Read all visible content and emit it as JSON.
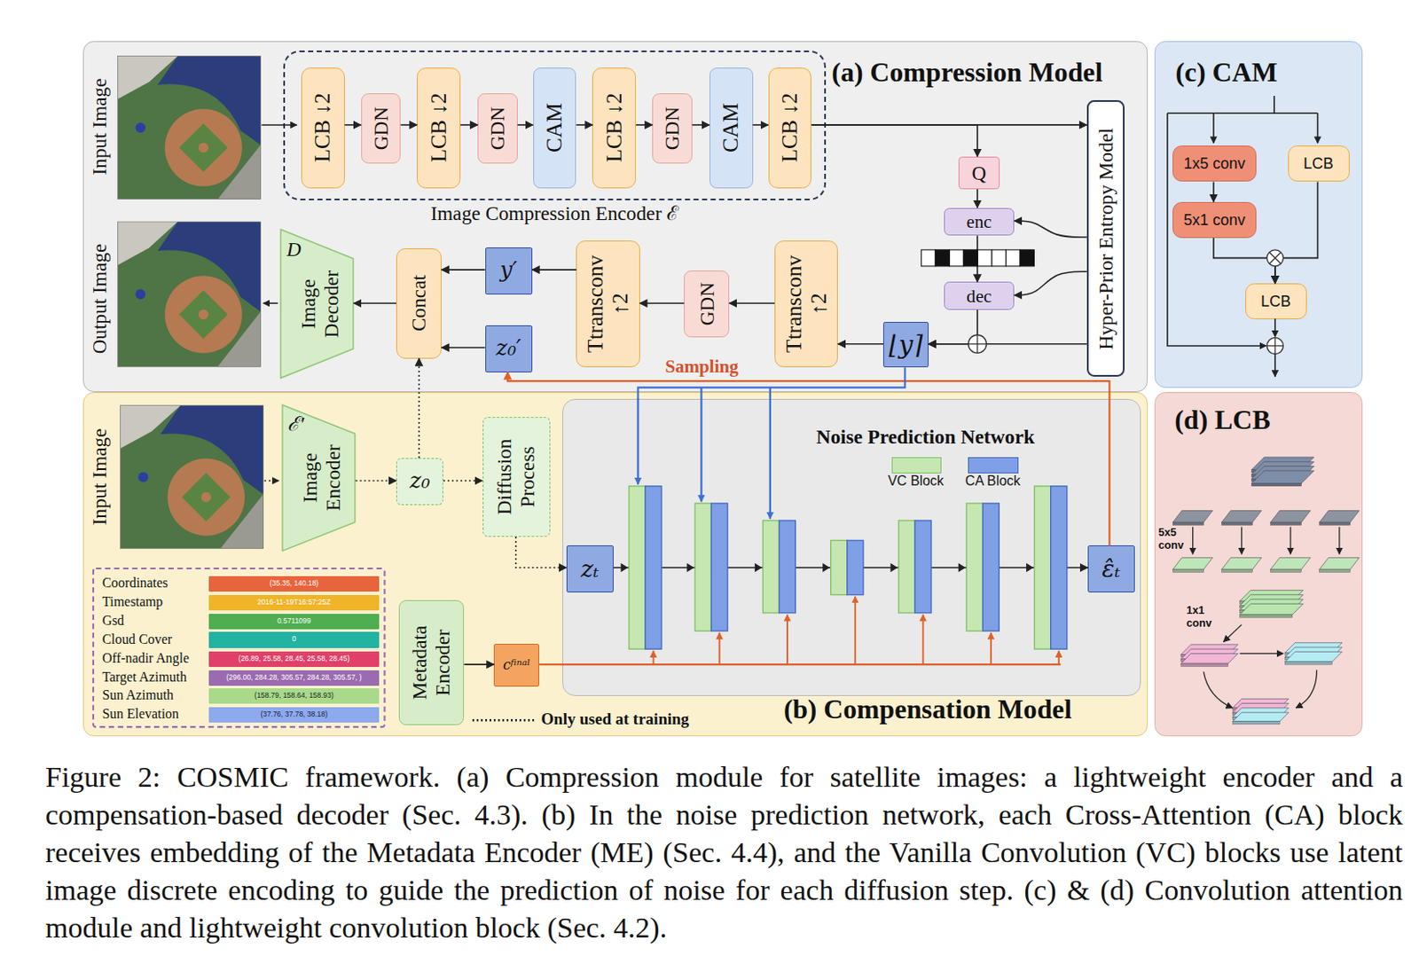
{
  "diagram": {
    "caption": "Figure 2: COSMIC framework. (a) Compression module for satellite images: a lightweight encoder and a compensation-based decoder (Sec. 4.3). (b) In the noise prediction network, each Cross-Attention (CA) block receives embedding of the Metadata Encoder (ME) (Sec. 4.4), and the Vanilla Convolution (VC) blocks use latent image discrete encoding to guide the prediction of noise for each diffusion step. (c) & (d) Convolution attention module and lightweight convolution block (Sec. 4.2).",
    "nodes": [
      {
        "text": [
          "(a) Compression Model"
        ]
      },
      {
        "text": [
          "Image Compression Encoder ℰ"
        ],
        "in": 0
      },
      {
        "text": [
          "LCB ↓2"
        ],
        "in": 1
      },
      {
        "text": [
          "GDN"
        ],
        "in": 1
      },
      {
        "text": [
          "LCB ↓2"
        ],
        "in": 1
      },
      {
        "text": [
          "GDN"
        ],
        "in": 1
      },
      {
        "text": [
          "CAM"
        ],
        "in": 1
      },
      {
        "text": [
          "LCB ↓2"
        ],
        "in": 1
      },
      {
        "text": [
          "GDN"
        ],
        "in": 1
      },
      {
        "text": [
          "CAM"
        ],
        "in": 1
      },
      {
        "text": [
          "LCB ↓2"
        ],
        "in": 1
      },
      {
        "text": [
          "Hyper-Prior Entropy Model"
        ],
        "in": 0
      },
      {
        "text": [
          "Q"
        ],
        "in": 0
      },
      {
        "text": [
          "enc"
        ],
        "in": 0
      },
      {
        "text": [
          "dec"
        ],
        "in": 0
      },
      {
        "text": [
          "⌊y⌉"
        ],
        "in": 0
      },
      {
        "text": [
          "Ttransconv ↑2"
        ],
        "in": 0
      },
      {
        "text": [
          "GDN"
        ],
        "in": 0
      },
      {
        "text": [
          "Ttransconv ↑2"
        ],
        "in": 0
      },
      {
        "text": [
          "y′"
        ],
        "in": 0
      },
      {
        "text": [
          "z₀′"
        ],
        "in": 0
      },
      {
        "text": [
          "Concat"
        ],
        "in": 0
      },
      {
        "text": [
          "D",
          "Image Decoder"
        ],
        "in": 0
      },
      {
        "text": [
          "(b) Compensation Model"
        ]
      },
      {
        "text": [
          "ℰ′",
          "Image Encoder"
        ],
        "in": 23
      },
      {
        "text": [
          "z₀"
        ],
        "in": 23
      },
      {
        "text": [
          "Diffusion Process"
        ],
        "in": 23
      },
      {
        "text": [
          "Noise Prediction Network"
        ],
        "in": 23
      },
      {
        "text": [
          "zₜ"
        ],
        "in": 27
      },
      {
        "text": [
          "ε̂ₜ"
        ],
        "in": 27
      },
      {
        "text": [
          "(35.35, 140.18)"
        ],
        "in": 23
      },
      {
        "text": [
          "2016-11-19T16:57:25Z"
        ],
        "in": 23
      },
      {
        "text": [
          "0.5711099"
        ],
        "in": 23
      },
      {
        "text": [
          "0"
        ],
        "in": 23
      },
      {
        "text": [
          "(26.89, 25.58, 28.45, 25.58, 28.45)"
        ],
        "in": 23
      },
      {
        "text": [
          "(296.00, 284.28, 305.57, 284.28, 305.57, )"
        ],
        "in": 23
      },
      {
        "text": [
          "(158.79, 158.64, 158.93)"
        ],
        "in": 23
      },
      {
        "text": [
          "(37.76, 37.78, 38.18)"
        ],
        "in": 23
      },
      {
        "text": [
          "Metadata Encoder"
        ],
        "in": 23
      },
      {
        "text": [
          "cᶠⁱⁿᵃˡ"
        ],
        "in": 23
      },
      {
        "text": [
          "(c) CAM"
        ]
      },
      {
        "text": [
          "1x5 conv"
        ],
        "in": 40
      },
      {
        "text": [
          "5x1 conv"
        ],
        "in": 40
      },
      {
        "text": [
          "LCB"
        ],
        "in": 40
      },
      {
        "text": [
          "LCB"
        ],
        "in": 40
      },
      {
        "text": [
          "(d) LCB"
        ]
      }
    ],
    "edges": [
      {
        "from": 2,
        "to": 3,
        "arrow": "to"
      },
      {
        "from": 3,
        "to": 4,
        "arrow": "to"
      },
      {
        "from": 4,
        "to": 5,
        "arrow": "to"
      },
      {
        "from": 5,
        "to": 6,
        "arrow": "to"
      },
      {
        "from": 6,
        "to": 7,
        "arrow": "to"
      },
      {
        "from": 7,
        "to": 8,
        "arrow": "to"
      },
      {
        "from": 8,
        "to": 9,
        "arrow": "to"
      },
      {
        "from": 9,
        "to": 10,
        "arrow": "to"
      },
      {
        "from": 10,
        "to": 11,
        "arrow": "to"
      },
      {
        "from": 10,
        "to": 12,
        "arrow": "to"
      },
      {
        "from": 12,
        "to": 13,
        "arrow": "to"
      },
      {
        "from": 13,
        "to": 14,
        "arrow": "to"
      },
      {
        "from": 11,
        "to": 13,
        "arrow": "to"
      },
      {
        "from": 11,
        "to": 14,
        "arrow": "to"
      },
      {
        "from": 14,
        "to": 15,
        "arrow": "to"
      },
      {
        "from": 11,
        "to": 15,
        "arrow": "to"
      },
      {
        "from": 15,
        "to": 16,
        "arrow": "to"
      },
      {
        "from": 16,
        "to": 17,
        "arrow": "to"
      },
      {
        "from": 17,
        "to": 18,
        "arrow": "to"
      },
      {
        "from": 18,
        "to": 19,
        "arrow": "to"
      },
      {
        "from": 19,
        "to": 21,
        "arrow": "to"
      },
      {
        "from": 20,
        "to": 21,
        "arrow": "to"
      },
      {
        "from": 21,
        "to": 22,
        "arrow": "to"
      },
      {
        "from": 25,
        "to": 21,
        "arrow": "to"
      },
      {
        "from": 29,
        "to": 20,
        "arrow": "to",
        "label": "Sampling"
      },
      {
        "from": 15,
        "to": 27,
        "arrow": "none"
      },
      {
        "from": 24,
        "to": 25,
        "arrow": "to"
      },
      {
        "from": 25,
        "to": 26,
        "arrow": "to"
      },
      {
        "from": 26,
        "to": 28,
        "arrow": "to"
      },
      {
        "from": 28,
        "to": 29,
        "arrow": "to"
      },
      {
        "from": 38,
        "to": 39,
        "arrow": "to"
      },
      {
        "from": 39,
        "to": 27,
        "arrow": "none"
      },
      {
        "from": 41,
        "to": 42,
        "arrow": "to"
      },
      {
        "from": 42,
        "to": 44,
        "arrow": "to"
      },
      {
        "from": 43,
        "to": 44,
        "arrow": "to"
      }
    ],
    "labels": [
      "Input Image",
      "Output Image",
      "Input Image",
      "Coordinates",
      "Timestamp",
      "Gsd",
      "Cloud Cover",
      "Off-nadir Angle",
      "Target Azimuth",
      "Sun Azimuth",
      "Sun Elevation",
      "5x5 conv",
      "1x1 conv"
    ],
    "legend": [
      {
        "text": "VC Block",
        "color": "#c6e7b2"
      },
      {
        "text": "CA Block",
        "color": "#7f9fe6"
      },
      {
        "text": "Only used at training"
      }
    ]
  }
}
